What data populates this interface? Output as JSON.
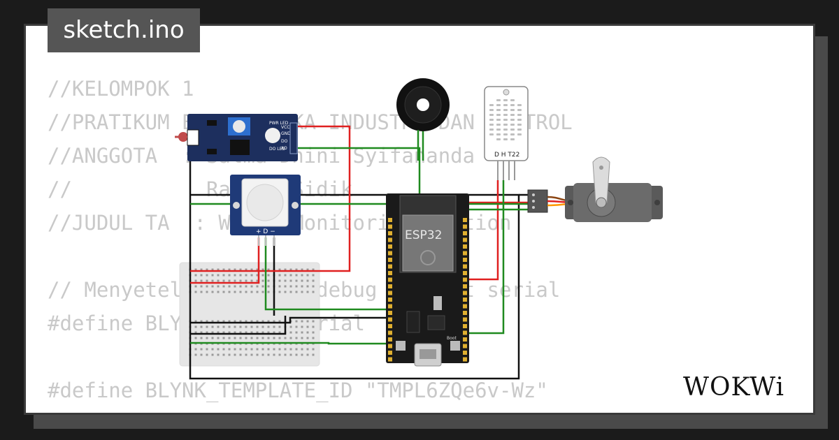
{
  "tab": {
    "label": "sketch.ino"
  },
  "code_lines": [
    "//KELOMPOK 1",
    "//PRATIKUM ELEKTRONIKA INDUSTRI DAN KONTROL",
    "//ANGGOTA  : Salma Dhini Syifananda",
    "//           Rahman Sidik",
    "//JUDUL TA  : Water Monitoring Station",
    "",
    "// Menyetel kan untuk debug ke port serial",
    "#define BLYNK_PRINT Serial",
    "",
    "#define BLYNK_TEMPLATE_ID \"TMPL6ZQe6v-Wz\""
  ],
  "components": {
    "esp32_label": "ESP32",
    "dht_label": "D H T22",
    "pir_pins": "+ D −",
    "ldr_pins": [
      "VCC",
      "GND",
      "DO",
      "AO"
    ],
    "ldr_leds": [
      "PWR LED",
      "DO LED"
    ],
    "boot_label": "Boot"
  },
  "brand": {
    "logo": "WOKWi"
  },
  "colors": {
    "red_wire": "#e02020",
    "green_wire": "#1f8a1f",
    "black_wire": "#111111",
    "tab_bg": "#555555",
    "code": "#c9c9c9"
  }
}
